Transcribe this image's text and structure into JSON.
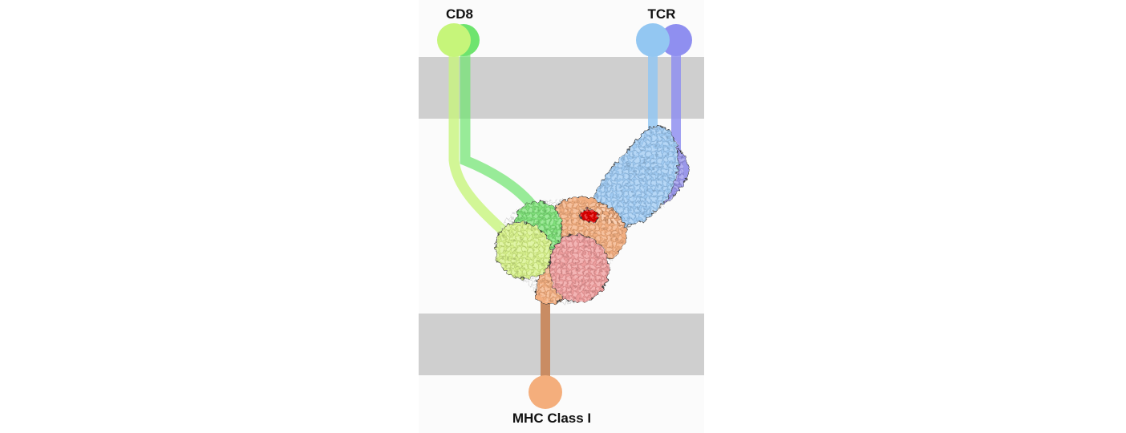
{
  "labels": {
    "cd8": "CD8",
    "tcr": "TCR",
    "mhc": "MHC Class I"
  },
  "colors": {
    "panel_background": "#fbfbfb",
    "membrane": "#cfcfcf",
    "cd8_alpha": "#c6f57a",
    "cd8_beta": "#6ee46e",
    "tcr_alpha": "#93c7f2",
    "tcr_beta": "#8f8ff0",
    "mhc_heavy_chain": "#f4ae7c",
    "beta2_microglobulin": "#ef9a9a",
    "peptide": "#e00000"
  }
}
